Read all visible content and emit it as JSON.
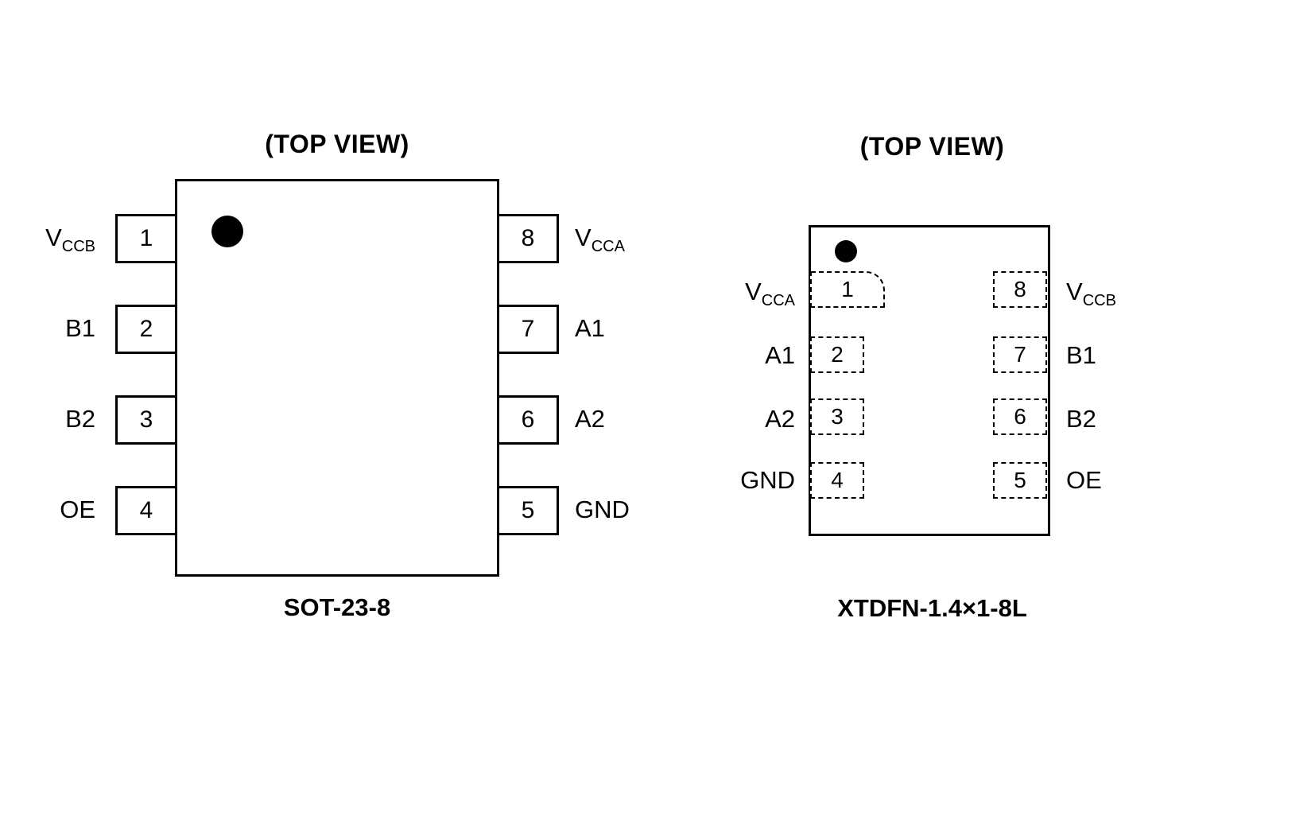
{
  "sot": {
    "title": "(TOP VIEW)",
    "package_name": "SOT-23-8",
    "left_pins": [
      {
        "number": "1",
        "label_base": "V",
        "label_sub": "CCB"
      },
      {
        "number": "2",
        "label_base": "B1",
        "label_sub": ""
      },
      {
        "number": "3",
        "label_base": "B2",
        "label_sub": ""
      },
      {
        "number": "4",
        "label_base": "OE",
        "label_sub": ""
      }
    ],
    "right_pins": [
      {
        "number": "8",
        "label_base": "V",
        "label_sub": "CCA"
      },
      {
        "number": "7",
        "label_base": "A1",
        "label_sub": ""
      },
      {
        "number": "6",
        "label_base": "A2",
        "label_sub": ""
      },
      {
        "number": "5",
        "label_base": "GND",
        "label_sub": ""
      }
    ]
  },
  "xtdfn": {
    "title": "(TOP VIEW)",
    "package_name": "XTDFN-1.4×1-8L",
    "left_pins": [
      {
        "number": "1",
        "label_base": "V",
        "label_sub": "CCA"
      },
      {
        "number": "2",
        "label_base": "A1",
        "label_sub": ""
      },
      {
        "number": "3",
        "label_base": "A2",
        "label_sub": ""
      },
      {
        "number": "4",
        "label_base": "GND",
        "label_sub": ""
      }
    ],
    "right_pins": [
      {
        "number": "8",
        "label_base": "V",
        "label_sub": "CCB"
      },
      {
        "number": "7",
        "label_base": "B1",
        "label_sub": ""
      },
      {
        "number": "6",
        "label_base": "B2",
        "label_sub": ""
      },
      {
        "number": "5",
        "label_base": "OE",
        "label_sub": ""
      }
    ]
  }
}
